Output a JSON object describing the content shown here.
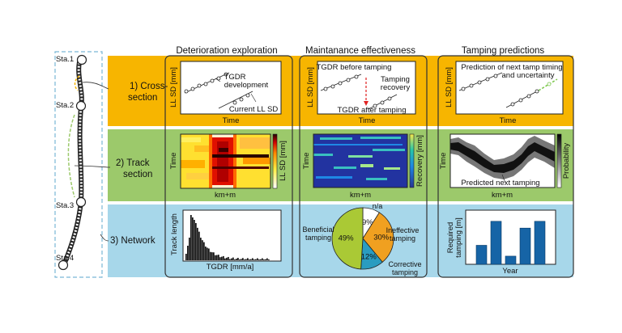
{
  "columns": {
    "exploration": "Deterioration exploration",
    "effectiveness": "Maintanance effectiveness",
    "predictions": "Tamping predictions"
  },
  "rows": {
    "cross_line1": "1) Cross-",
    "cross_line2": "section",
    "track_line1": "2) Track",
    "track_line2": "section",
    "network": "3) Network"
  },
  "stations": [
    "Sta.1",
    "Sta.2",
    "Sta.3",
    "Sta.4"
  ],
  "panels": {
    "p11": {
      "ylabel": "LL SD [mm]",
      "xlabel": "Time",
      "ann1_line1": "TGDR",
      "ann1_line2": "development",
      "ann2": "Current LL SD"
    },
    "p12": {
      "ylabel": "LL SD [mm]",
      "xlabel": "Time",
      "ann1": "TGDR before tamping",
      "ann2_line1": "Tamping",
      "ann2_line2": "recovery",
      "ann3": "TGDR after tamping"
    },
    "p13": {
      "ylabel": "LL SD [mm]",
      "xlabel": "Time",
      "ann1": "Prediction of next tamp timing",
      "ann2": "and uncertainty"
    },
    "p21": {
      "ylabel": "Time",
      "xlabel": "km+m",
      "cbar": "LL SD [mm]"
    },
    "p22": {
      "ylabel": "Time",
      "xlabel": "km+m",
      "cbar": "Recovery [mm]"
    },
    "p23": {
      "ylabel": "Time",
      "xlabel": "km+m",
      "cbar": "Probability",
      "ann": "Predicted next tamping"
    },
    "p31": {
      "ylabel": "Track length",
      "xlabel": "TGDR [mm/a]"
    },
    "p32": {
      "slices": [
        {
          "label_line1": "n/a",
          "label_line2": "",
          "value": 9,
          "display": "9%",
          "color": "#ffffff"
        },
        {
          "label_line1": "Ineffective",
          "label_line2": "tamping",
          "value": 30,
          "display": "30%",
          "color": "#f0a020"
        },
        {
          "label_line1": "Corrective",
          "label_line2": "tamping",
          "value": 12,
          "display": "12%",
          "color": "#2a9cc0"
        },
        {
          "label_line1": "Beneficial",
          "label_line2": "tamping",
          "value": 49,
          "display": "49%",
          "color": "#aac935"
        }
      ]
    },
    "p33": {
      "ylabel_line1": "Required",
      "ylabel_line2": "tamping [m]",
      "xlabel": "Year",
      "bars": [
        0.42,
        0.95,
        0.18,
        0.8,
        0.95
      ]
    }
  },
  "colors": {
    "row1": "#f7b500",
    "row2": "#9cc96b",
    "row3": "#a7d7ea",
    "bar": "#1664a6"
  }
}
